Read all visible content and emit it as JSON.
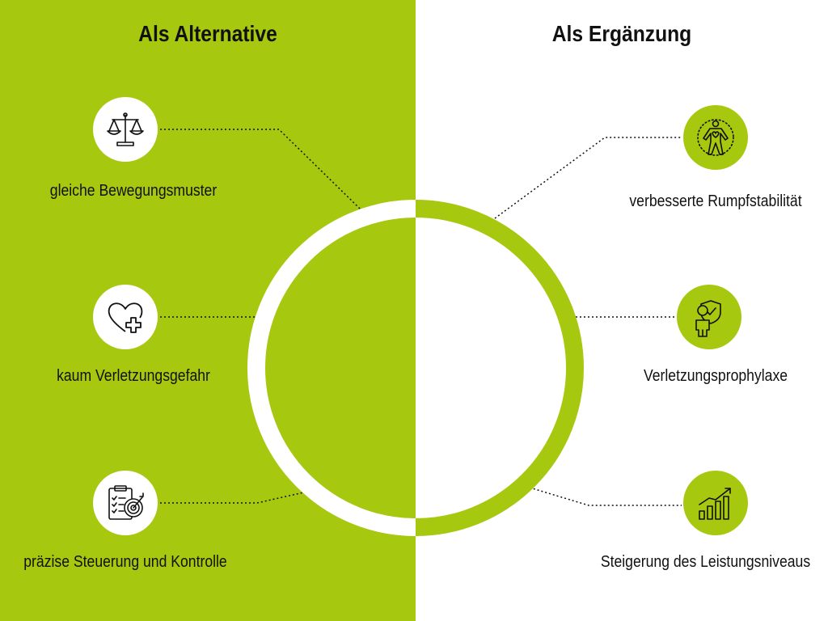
{
  "headings": {
    "left": "Als Alternative",
    "right": "Als Ergänzung"
  },
  "left_items": [
    {
      "label": "gleiche Bewegungsmuster",
      "icon": "scale-icon"
    },
    {
      "label": "kaum Verletzungsgefahr",
      "icon": "heart-plus-icon"
    },
    {
      "label": "präzise Steuerung und Kontrolle",
      "icon": "clipboard-target-icon"
    }
  ],
  "right_items": [
    {
      "label": "verbesserte Rumpfstabilität",
      "icon": "body-heart-icon"
    },
    {
      "label": "Verletzungsprophylaxe",
      "icon": "person-shield-icon"
    },
    {
      "label": "Steigerung des Leistungsniveaus",
      "icon": "growth-chart-icon"
    }
  ],
  "colors": {
    "accent": "#a6c80f",
    "background": "#ffffff",
    "text": "#111111"
  }
}
